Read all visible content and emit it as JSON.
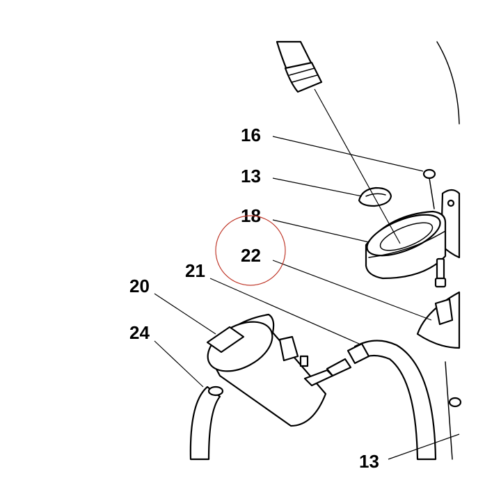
{
  "callouts": [
    {
      "id": "16",
      "text": "16"
    },
    {
      "id": "13a",
      "text": "13"
    },
    {
      "id": "18",
      "text": "18"
    },
    {
      "id": "22",
      "text": "22"
    },
    {
      "id": "21",
      "text": "21"
    },
    {
      "id": "20",
      "text": "20"
    },
    {
      "id": "24",
      "text": "24"
    },
    {
      "id": "13b",
      "text": "13"
    }
  ],
  "highlight_color": "#c0392b"
}
